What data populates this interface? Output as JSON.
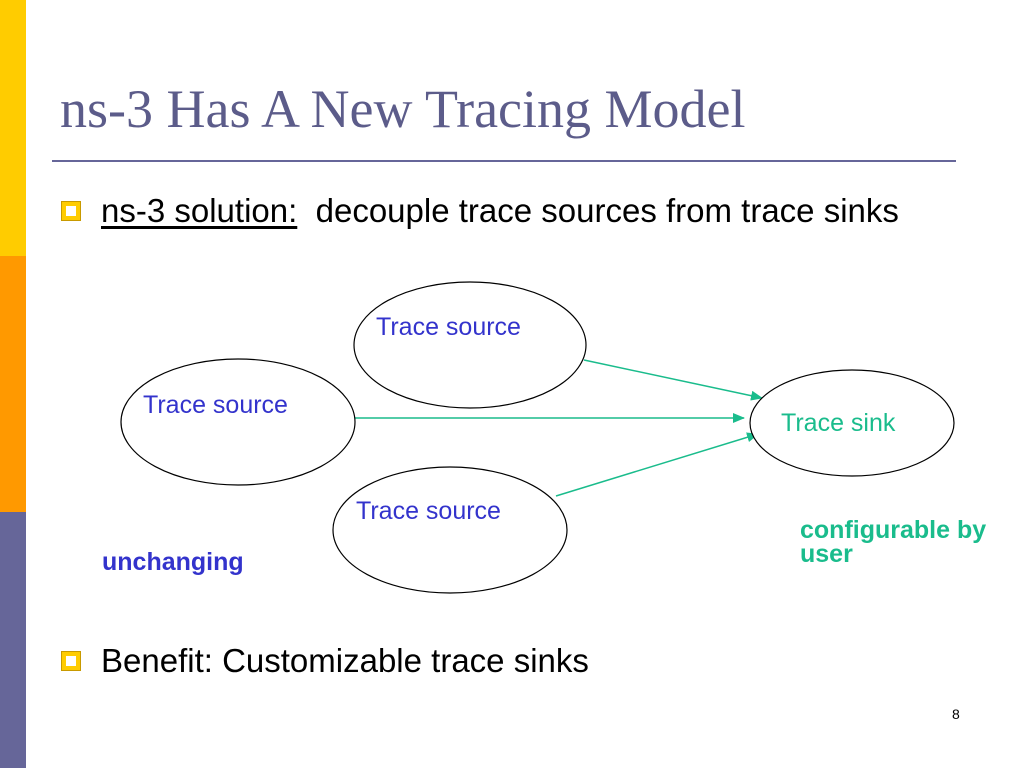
{
  "colors": {
    "bar_top": "#FFCC00",
    "bar_middle": "#FF9900",
    "bar_bottom": "#666699",
    "title": "#5C5C8A",
    "source_label": "#3333CC",
    "sink": "#1ABC8C"
  },
  "slide": {
    "title": "ns-3 Has A New Tracing Model",
    "bullet1": {
      "label": "ns-3 solution:",
      "text": "decouple trace sources from trace sinks"
    },
    "bullet2": {
      "text": "Benefit:  Customizable trace sinks"
    },
    "page_number": "8"
  },
  "diagram": {
    "sources": [
      {
        "label": "Trace source"
      },
      {
        "label": "Trace source"
      },
      {
        "label": "Trace source"
      }
    ],
    "sink": {
      "label": "Trace sink"
    },
    "notes": {
      "unchanging": "unchanging",
      "configurable": "configurable by user"
    }
  }
}
